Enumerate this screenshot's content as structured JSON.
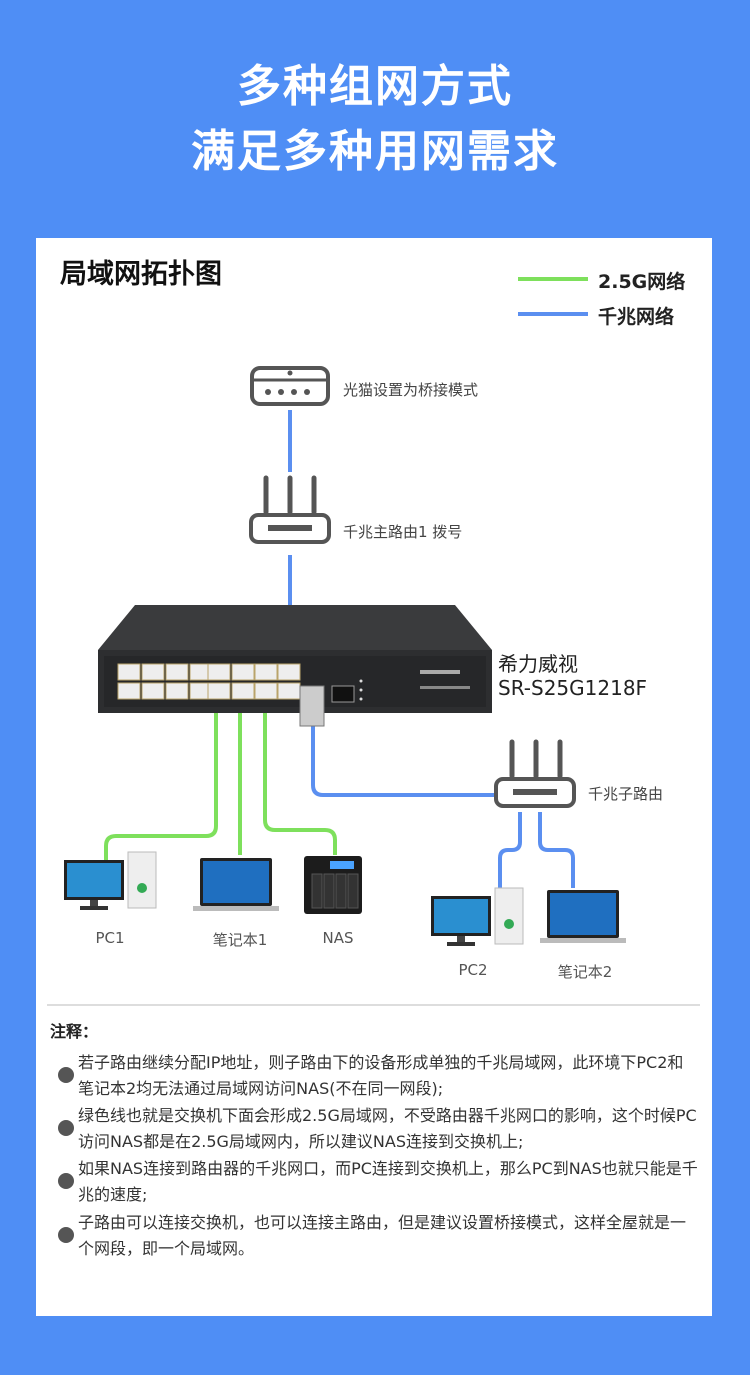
{
  "hero": {
    "line1": "多种组网方式",
    "line2": "满足多种用网需求"
  },
  "card": {
    "title": "局域网拓扑图",
    "legend": [
      {
        "label": "2.5G网络",
        "color": "#7ee05c"
      },
      {
        "label": "千兆网络",
        "color": "#5b8ff0"
      }
    ]
  },
  "diagram": {
    "modem_label": "光猫设置为桥接模式",
    "main_router_label": "千兆主路由1 拨号",
    "switch_brand": "希力威视",
    "switch_model": "SR-S25G1218F",
    "sub_router_label": "千兆子路由",
    "devices": {
      "pc1": "PC1",
      "notebook1": "笔记本1",
      "nas": "NAS",
      "pc2": "PC2",
      "notebook2": "笔记本2"
    }
  },
  "notes": {
    "title": "注释：",
    "items": [
      "若子路由继续分配IP地址，则子路由下的设备形成单独的千兆局域网，此环境下PC2和笔记本2均无法通过局域网访问NAS(不在同一网段);",
      "绿色线也就是交换机下面会形成2.5G局域网，不受路由器千兆网口的影响，这个时候PC访问NAS都是在2.5G局域网内，所以建议NAS连接到交换机上;",
      "如果NAS连接到路由器的千兆网口，而PC连接到交换机上，那么PC到NAS也就只能是千兆的速度;",
      "子路由可以连接交换机，也可以连接主路由，但是建议设置桥接模式，这样全屋就是一个网段，即一个局域网。"
    ]
  }
}
